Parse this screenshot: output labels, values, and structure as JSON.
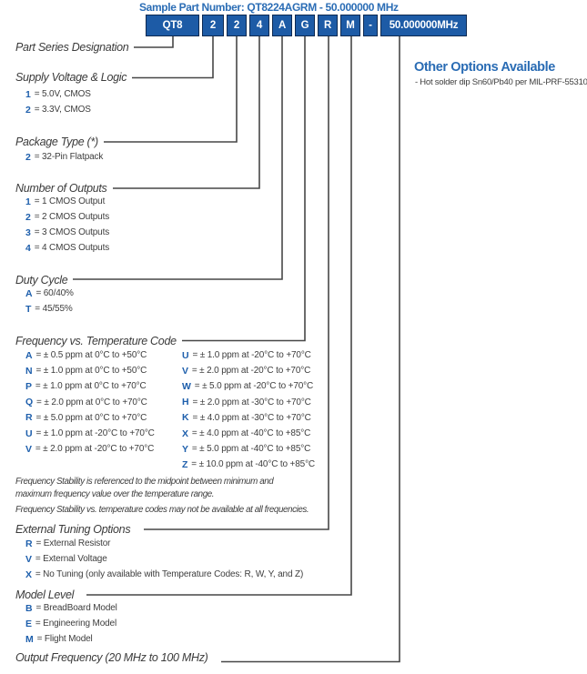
{
  "title": "Sample Part Number: QT8224AGRM - 50.000000 MHz",
  "part_table": {
    "cells": [
      "QT8",
      "2",
      "2",
      "4",
      "A",
      "G",
      "R",
      "M",
      "-",
      "50.000000MHz"
    ]
  },
  "other_options": {
    "heading": "Other Options Available",
    "items": [
      "- Hot solder dip Sn60/Pb40 per MIL-PRF-55310"
    ]
  },
  "sections": {
    "part_series": {
      "label": "Part Series Designation"
    },
    "supply": {
      "label": "Supply Voltage & Logic",
      "options": [
        {
          "code": "1",
          "desc": "= 5.0V, CMOS"
        },
        {
          "code": "2",
          "desc": "= 3.3V, CMOS"
        }
      ]
    },
    "package": {
      "label": "Package Type (*)",
      "options": [
        {
          "code": "2",
          "desc": "= 32-Pin Flatpack"
        }
      ]
    },
    "outputs": {
      "label": "Number of Outputs",
      "options": [
        {
          "code": "1",
          "desc": "= 1 CMOS Output"
        },
        {
          "code": "2",
          "desc": "= 2 CMOS Outputs"
        },
        {
          "code": "3",
          "desc": "= 3 CMOS Outputs"
        },
        {
          "code": "4",
          "desc": "= 4 CMOS Outputs"
        }
      ]
    },
    "duty": {
      "label": "Duty Cycle",
      "options": [
        {
          "code": "A",
          "desc": "= 60/40%"
        },
        {
          "code": "T",
          "desc": "= 45/55%"
        }
      ]
    },
    "freq_temp": {
      "label": "Frequency vs. Temperature Code",
      "left": [
        {
          "code": "A",
          "desc": "= ± 0.5 ppm at 0°C to +50°C"
        },
        {
          "code": "N",
          "desc": "= ± 1.0 ppm at 0°C to +50°C"
        },
        {
          "code": "P",
          "desc": "= ± 1.0 ppm at 0°C to +70°C"
        },
        {
          "code": "Q",
          "desc": "= ± 2.0 ppm at 0°C to +70°C"
        },
        {
          "code": "R",
          "desc": "= ± 5.0 ppm at 0°C to +70°C"
        },
        {
          "code": "U",
          "desc": "= ± 1.0 ppm at -20°C to +70°C"
        },
        {
          "code": "V",
          "desc": "= ± 2.0 ppm at -20°C to +70°C"
        }
      ],
      "right": [
        {
          "code": "U",
          "desc": "= ± 1.0 ppm at -20°C to +70°C"
        },
        {
          "code": "V",
          "desc": "= ± 2.0 ppm at -20°C to +70°C"
        },
        {
          "code": "W",
          "desc": "= ± 5.0 ppm at -20°C to +70°C"
        },
        {
          "code": "H",
          "desc": "= ± 2.0 ppm at -30°C to +70°C"
        },
        {
          "code": "K",
          "desc": "= ± 4.0 ppm at -30°C to +70°C"
        },
        {
          "code": "X",
          "desc": "= ± 4.0 ppm at -40°C to +85°C"
        },
        {
          "code": "Y",
          "desc": "= ± 5.0 ppm at -40°C to +85°C"
        },
        {
          "code": "Z",
          "desc": "= ± 10.0 ppm at -40°C to +85°C"
        }
      ]
    },
    "notes": {
      "lines": [
        "Frequency Stability is referenced to the midpoint between minimum and",
        "maximum frequency value over the temperature range.",
        "Frequency Stability vs. temperature codes may not be available at all frequencies."
      ]
    },
    "tuning": {
      "label": "External Tuning Options",
      "options": [
        {
          "code": "R",
          "desc": "= External Resistor"
        },
        {
          "code": "V",
          "desc": "= External Voltage"
        },
        {
          "code": "X",
          "desc": "= No Tuning (only available with Temperature Codes: R, W, Y, and Z)"
        }
      ]
    },
    "model": {
      "label": "Model Level",
      "options": [
        {
          "code": "B",
          "desc": "= BreadBoard Model"
        },
        {
          "code": "E",
          "desc": "= Engineering Model"
        },
        {
          "code": "M",
          "desc": "= Flight Model"
        }
      ]
    },
    "output_freq": {
      "label": "Output Frequency (20 MHz to 100 MHz)"
    }
  },
  "colors": {
    "table_cell_blue": "#1d5ba6",
    "table_border_navy": "#0e2a52",
    "heading_blue": "#2a6cb4",
    "title_blue": "#2b6db5",
    "code_letter_blue": "#1e5fac",
    "connector_gray": "#474747",
    "body_text": "#3d3d3d"
  }
}
